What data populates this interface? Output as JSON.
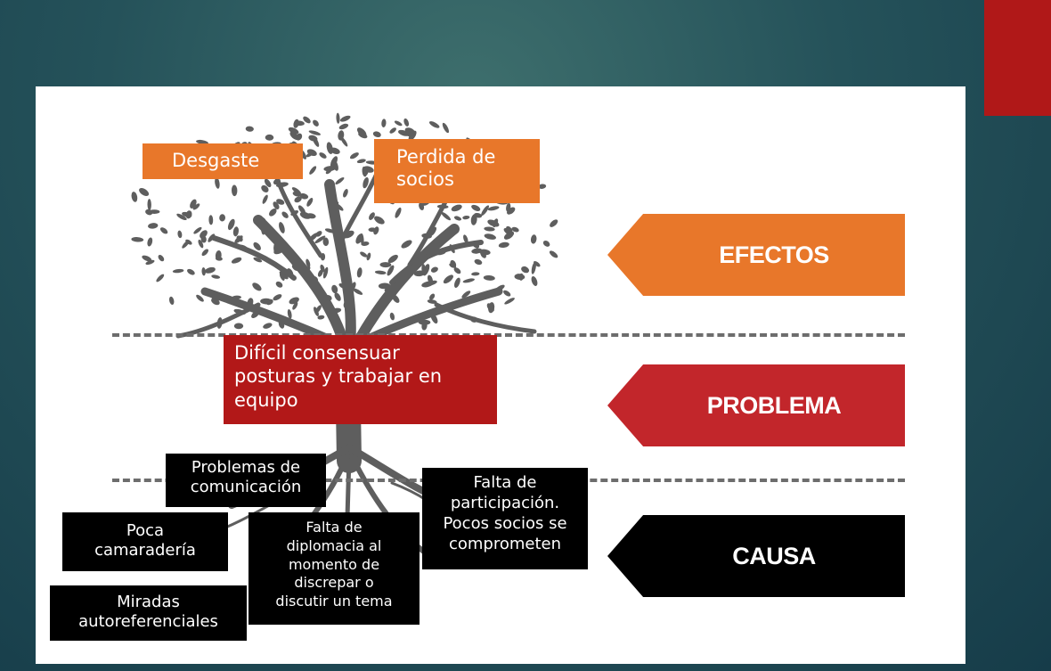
{
  "colors": {
    "effects": "#e8772a",
    "problem": "#c2262b",
    "cause": "#000000",
    "accent_tab": "#b01818",
    "tree": "#5e5e5e"
  },
  "labels": {
    "effects": "EFECTOS",
    "problem": "PROBLEMA",
    "cause": "CAUSA"
  },
  "effects": [
    "Desgaste",
    "Perdida de\nsocios"
  ],
  "problem": "Difícil consensuar\nposturas y trabajar en\nequipo",
  "causes": [
    "Problemas de\ncomunicación",
    "Falta de\nparticipación.\nPocos socios se\ncomprometen",
    "Poca\ncamaradería",
    "Falta de\ndiplomacia al\nmomento de\ndiscrepar o\ndiscutir un tema",
    "Miradas\nautoreferenciales"
  ]
}
